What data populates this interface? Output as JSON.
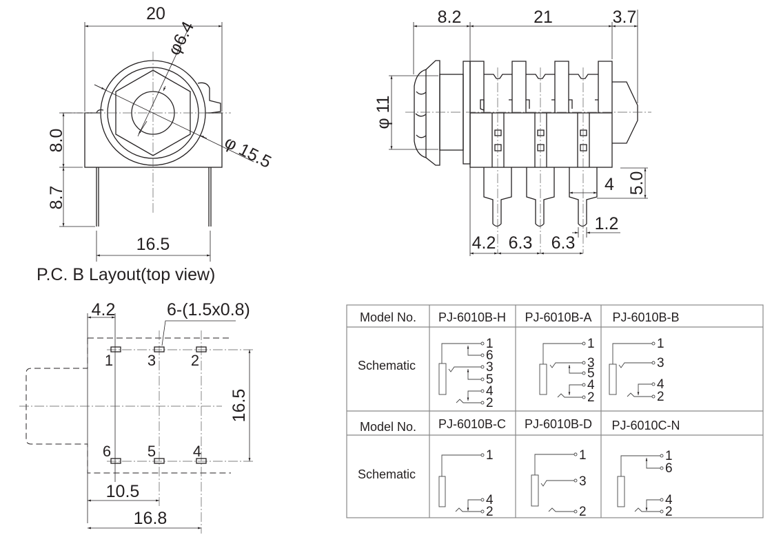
{
  "front_view": {
    "width": "20",
    "bore_dia": "φ6.4",
    "outer_dia": "φ 15.5",
    "body_height": "8.0",
    "pin_length": "8.7",
    "pin_spacing": "16.5"
  },
  "side_view": {
    "front": "8.2",
    "body_length": "21",
    "rear": "3.7",
    "diameter": "φ 11",
    "pin_height": "5.0",
    "pin_width": "4",
    "pin_tip": "1.2",
    "pitch_1": "4.2",
    "pitch_2": "6.3",
    "pitch_3": "6.3"
  },
  "pcb_layout": {
    "caption": "P.C. B Layout(top view)",
    "offset": "4.2",
    "pad_spec": "6-(1.5x0.8)",
    "row_spacing": "16.5",
    "dim_mid": "10.5",
    "dim_total": "16.8",
    "pads_top": [
      "1",
      "3",
      "2"
    ],
    "pads_bottom": [
      "6",
      "5",
      "4"
    ]
  },
  "table": {
    "model_label": "Model No.",
    "schematic_label": "Schematic",
    "models": [
      {
        "name": "PJ-6010B-H",
        "pins": [
          "1",
          "6",
          "3",
          "5",
          "4",
          "2"
        ]
      },
      {
        "name": "PJ-6010B-A",
        "pins": [
          "1",
          "3",
          "5",
          "4",
          "2"
        ]
      },
      {
        "name": "PJ-6010B-B",
        "pins": [
          "1",
          "3",
          "4",
          "2"
        ]
      },
      {
        "name": "PJ-6010B-C",
        "pins": [
          "1",
          "4",
          "2"
        ]
      },
      {
        "name": "PJ-6010B-D",
        "pins": [
          "1",
          "3",
          "2"
        ]
      },
      {
        "name": "PJ-6010C-N",
        "pins": [
          "1",
          "6",
          "4",
          "2"
        ]
      }
    ]
  }
}
